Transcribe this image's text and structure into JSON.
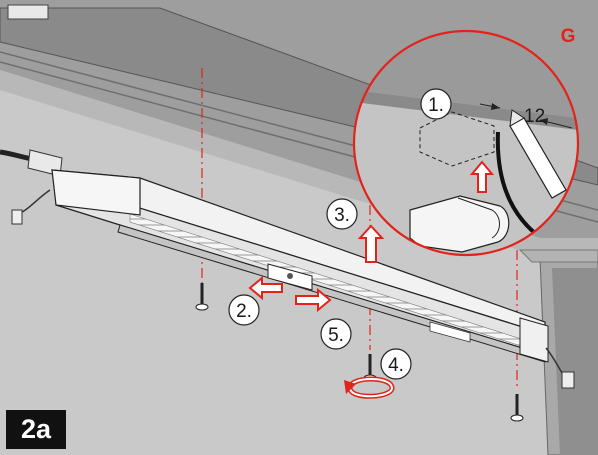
{
  "figure": {
    "panel_label": "2a",
    "detail_letter": "G",
    "dimension_value": "12"
  },
  "steps": [
    "1.",
    "2.",
    "3.",
    "4.",
    "5."
  ],
  "colors": {
    "accent": "#e2231a",
    "ink": "#1a1a1a",
    "wall": "#c9c9c9",
    "frame": "#a9a9a9",
    "paper": "#ffffff"
  }
}
